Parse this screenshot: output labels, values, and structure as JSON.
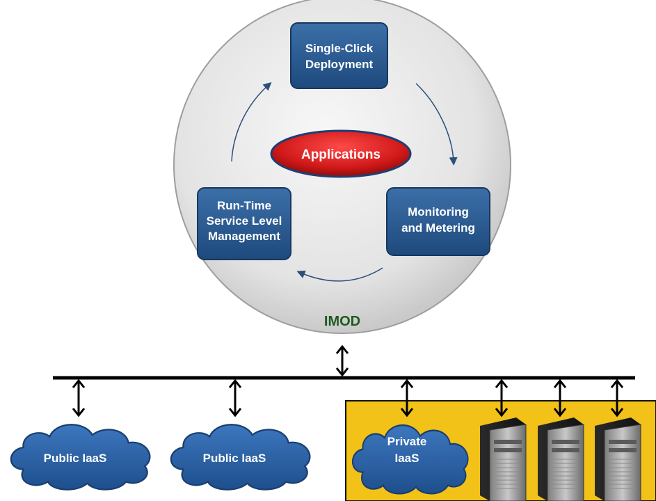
{
  "center": {
    "label": "Applications"
  },
  "boxes": {
    "deploy": [
      "Single-Click",
      "Deployment"
    ],
    "monitor": [
      "Monitoring",
      "and Metering"
    ],
    "runtime": [
      "Run-Time",
      "Service Level",
      "Management"
    ]
  },
  "platform_label": "IMOD",
  "clouds": {
    "public1": [
      "Public IaaS"
    ],
    "public2": [
      "Public IaaS"
    ],
    "private": [
      "Private",
      "IaaS"
    ]
  },
  "colors": {
    "box_fill": "#2a5b93",
    "cloud_fill": "#2e63a6",
    "ellipse_fill": "#d21f1f",
    "private_area": "#f2c218",
    "bus": "#000000",
    "imod_text": "#1f5a1f",
    "circle_fill": "#e6e6e6"
  },
  "icons": [
    "server-icon",
    "server-icon",
    "server-icon"
  ]
}
